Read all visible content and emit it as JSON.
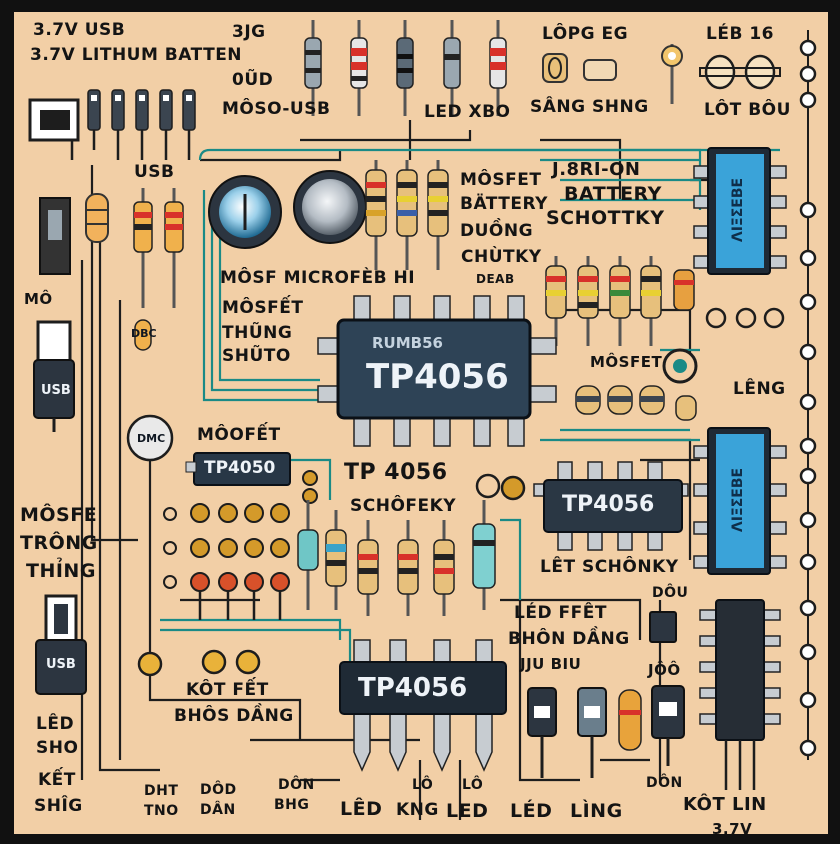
{
  "colors": {
    "board": "#f2cfa6",
    "frame": "#111111",
    "trace_dark": "#1d1d1d",
    "trace_teal": "#1a8a86",
    "chip_body": "#2e4356",
    "chip_blue": "#3aa3d9",
    "pin_silver": "#c7ccd1",
    "pad_gold": "#d49a2a"
  },
  "labels": [
    {
      "id": "title-usb",
      "text": "3.7V USB"
    },
    {
      "id": "title-battery",
      "text": "3.7V LITHUM BATTEN"
    },
    {
      "id": "label-3jg",
      "text": "3ЈG"
    },
    {
      "id": "label-080",
      "text": "0ŨD"
    },
    {
      "id": "label-moso-usb",
      "text": "MÔSO-USB"
    },
    {
      "id": "label-usb",
      "text": "USB"
    },
    {
      "id": "label-led-xbo",
      "text": "LED XBO"
    },
    {
      "id": "label-lopg-eg",
      "text": "LÔPG EG"
    },
    {
      "id": "label-sang-shng",
      "text": "SÂNG SHNG"
    },
    {
      "id": "label-leb-16",
      "text": "LÉB 16"
    },
    {
      "id": "label-lot-bou",
      "text": "LÔT BÔU"
    },
    {
      "id": "label-3-8ri-on",
      "text": "J.8RI-ON"
    },
    {
      "id": "label-battery",
      "text": "BATTERY"
    },
    {
      "id": "label-schottky",
      "text": "SCHOTTKY"
    },
    {
      "id": "label-mosfet-1",
      "text": "MÔSFET"
    },
    {
      "id": "label-battery-2",
      "text": "BÄTTERY"
    },
    {
      "id": "label-duong",
      "text": "DUỒNG"
    },
    {
      "id": "label-chutky",
      "text": "CHÙTKY"
    },
    {
      "id": "label-deab",
      "text": "DEAB"
    },
    {
      "id": "label-mosf-microfeb",
      "text": "MÔSF MICROFÈB HI"
    },
    {
      "id": "label-mosfet-2",
      "text": "MÔSFẾT"
    },
    {
      "id": "label-thung",
      "text": "THŨNG"
    },
    {
      "id": "label-shuto",
      "text": "SHŨTO"
    },
    {
      "id": "label-mo",
      "text": "MÔ"
    },
    {
      "id": "label-mosfet-3",
      "text": "MÔSFET"
    },
    {
      "id": "label-leng",
      "text": "LÊNG"
    },
    {
      "id": "label-moofet",
      "text": "MÔOFẾT"
    },
    {
      "id": "label-tp4056-mid",
      "text": "TP 4056"
    },
    {
      "id": "label-schofeky",
      "text": "SCHÔFEKY"
    },
    {
      "id": "label-let-schonky",
      "text": "LÊT SCHÔNKY"
    },
    {
      "id": "label-dou",
      "text": "DÔU"
    },
    {
      "id": "label-led-ffet",
      "text": "LÉD FFÊT"
    },
    {
      "id": "label-bhon-dang",
      "text": "BHÔN DẦNG"
    },
    {
      "id": "label-jju-biu",
      "text": "JJU BIU"
    },
    {
      "id": "label-joo",
      "text": "JÔÔ"
    },
    {
      "id": "label-mosfe",
      "text": "MÔSFE"
    },
    {
      "id": "label-trong",
      "text": "TRÔNG"
    },
    {
      "id": "label-thing",
      "text": "THỈNG"
    },
    {
      "id": "label-kot-fet",
      "text": "KÔT FẾT"
    },
    {
      "id": "label-bhos-dang",
      "text": "BHÔS DẦNG"
    },
    {
      "id": "label-led-sho",
      "text": "LÊD"
    },
    {
      "id": "label-sho",
      "text": "SHO"
    },
    {
      "id": "label-ket",
      "text": "KẾT"
    },
    {
      "id": "label-shig",
      "text": "SHÎG"
    },
    {
      "id": "label-dht",
      "text": "DHT"
    },
    {
      "id": "label-tno",
      "text": "TNO"
    },
    {
      "id": "label-dod",
      "text": "DÔD"
    },
    {
      "id": "label-dan",
      "text": "DÂN"
    },
    {
      "id": "label-don",
      "text": "DÔN"
    },
    {
      "id": "label-bhg",
      "text": "BHG"
    },
    {
      "id": "label-led-b1",
      "text": "LÊD"
    },
    {
      "id": "label-lo",
      "text": "LÔ"
    },
    {
      "id": "label-kng",
      "text": "KNG"
    },
    {
      "id": "label-lo2",
      "text": "LÔ"
    },
    {
      "id": "label-led-b2",
      "text": "LED"
    },
    {
      "id": "label-led-b3",
      "text": "LÉD"
    },
    {
      "id": "label-ling",
      "text": "LÌNG"
    },
    {
      "id": "label-don2",
      "text": "DÔN"
    },
    {
      "id": "label-kot-lin",
      "text": "KÔT LIN"
    },
    {
      "id": "label-3-7v",
      "text": "3.7V"
    }
  ],
  "chips": [
    {
      "id": "chip-tp4056-main",
      "text": "TP4056",
      "top_text": "RUMB56"
    },
    {
      "id": "chip-tp4050",
      "text": "TP4050"
    },
    {
      "id": "chip-tp4056-right",
      "text": "TP4056"
    },
    {
      "id": "chip-tp4056-bottom",
      "text": "TP4056"
    }
  ],
  "small_parts": [
    {
      "id": "usb-module-left",
      "text": "USB"
    },
    {
      "id": "usb-module-bottom",
      "text": "USB"
    },
    {
      "id": "smd-dmc",
      "text": "DMC"
    },
    {
      "id": "mini-mosfet",
      "text": "DBC"
    }
  ]
}
